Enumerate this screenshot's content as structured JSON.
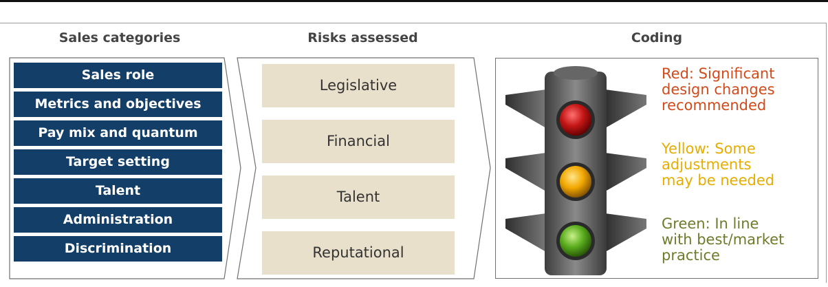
{
  "headers": {
    "sales": "Sales categories",
    "risks": "Risks assessed",
    "coding": "Coding"
  },
  "sales_categories": [
    "Sales role",
    "Metrics and objectives",
    "Pay mix and quantum",
    "Target setting",
    "Talent",
    "Administration",
    "Discrimination"
  ],
  "risks": [
    "Legislative",
    "Financial",
    "Talent",
    "Reputational"
  ],
  "coding": {
    "red": "Red: Significant\ndesign changes\nrecommended",
    "yellow": "Yellow: Some\nadjustments\nmay be needed",
    "green": "Green: In line\nwith best/market\npractice"
  },
  "colors": {
    "category_fill": "#123e68",
    "risk_fill": "#e8e0cb",
    "red": "#d24a19",
    "yellow": "#e6ad00",
    "green": "#6f7a2a"
  }
}
